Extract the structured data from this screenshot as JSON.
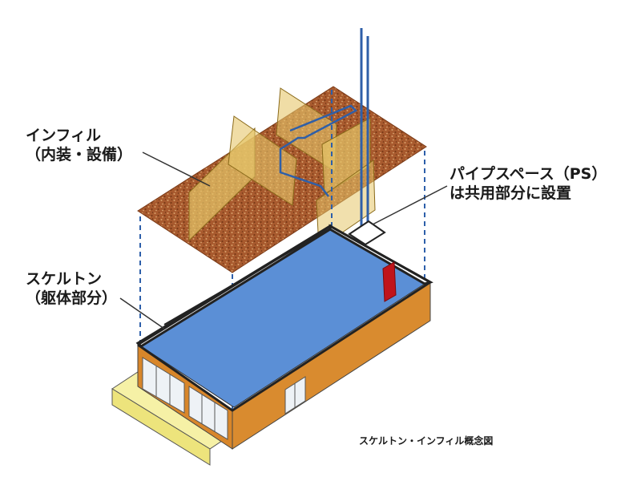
{
  "labels": {
    "infill_line1": "インフィル",
    "infill_line2": "（内装・設備）",
    "pipe_line1": "パイプスペース（PS）",
    "pipe_line2": "は共用部分に設置",
    "skeleton_line1": "スケルトン",
    "skeleton_line2": "（躯体部分）",
    "caption": "スケルトン・インフィル概念図"
  },
  "colors": {
    "floor_board": "#a0522d",
    "partition": "#e6c66a",
    "pipe": "#2f5fa8",
    "slab": "#5b8fd6",
    "wall": "#d8862a",
    "balcony": "#f6f1a6",
    "red_panel": "#c0141b",
    "guide_line": "#2d5faa"
  }
}
